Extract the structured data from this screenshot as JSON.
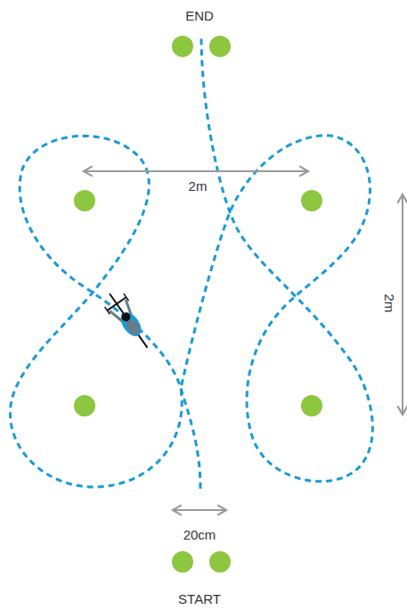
{
  "diagram": {
    "labels": [
      "END",
      "2m",
      "2m",
      "20cm",
      "START"
    ]
  }
}
